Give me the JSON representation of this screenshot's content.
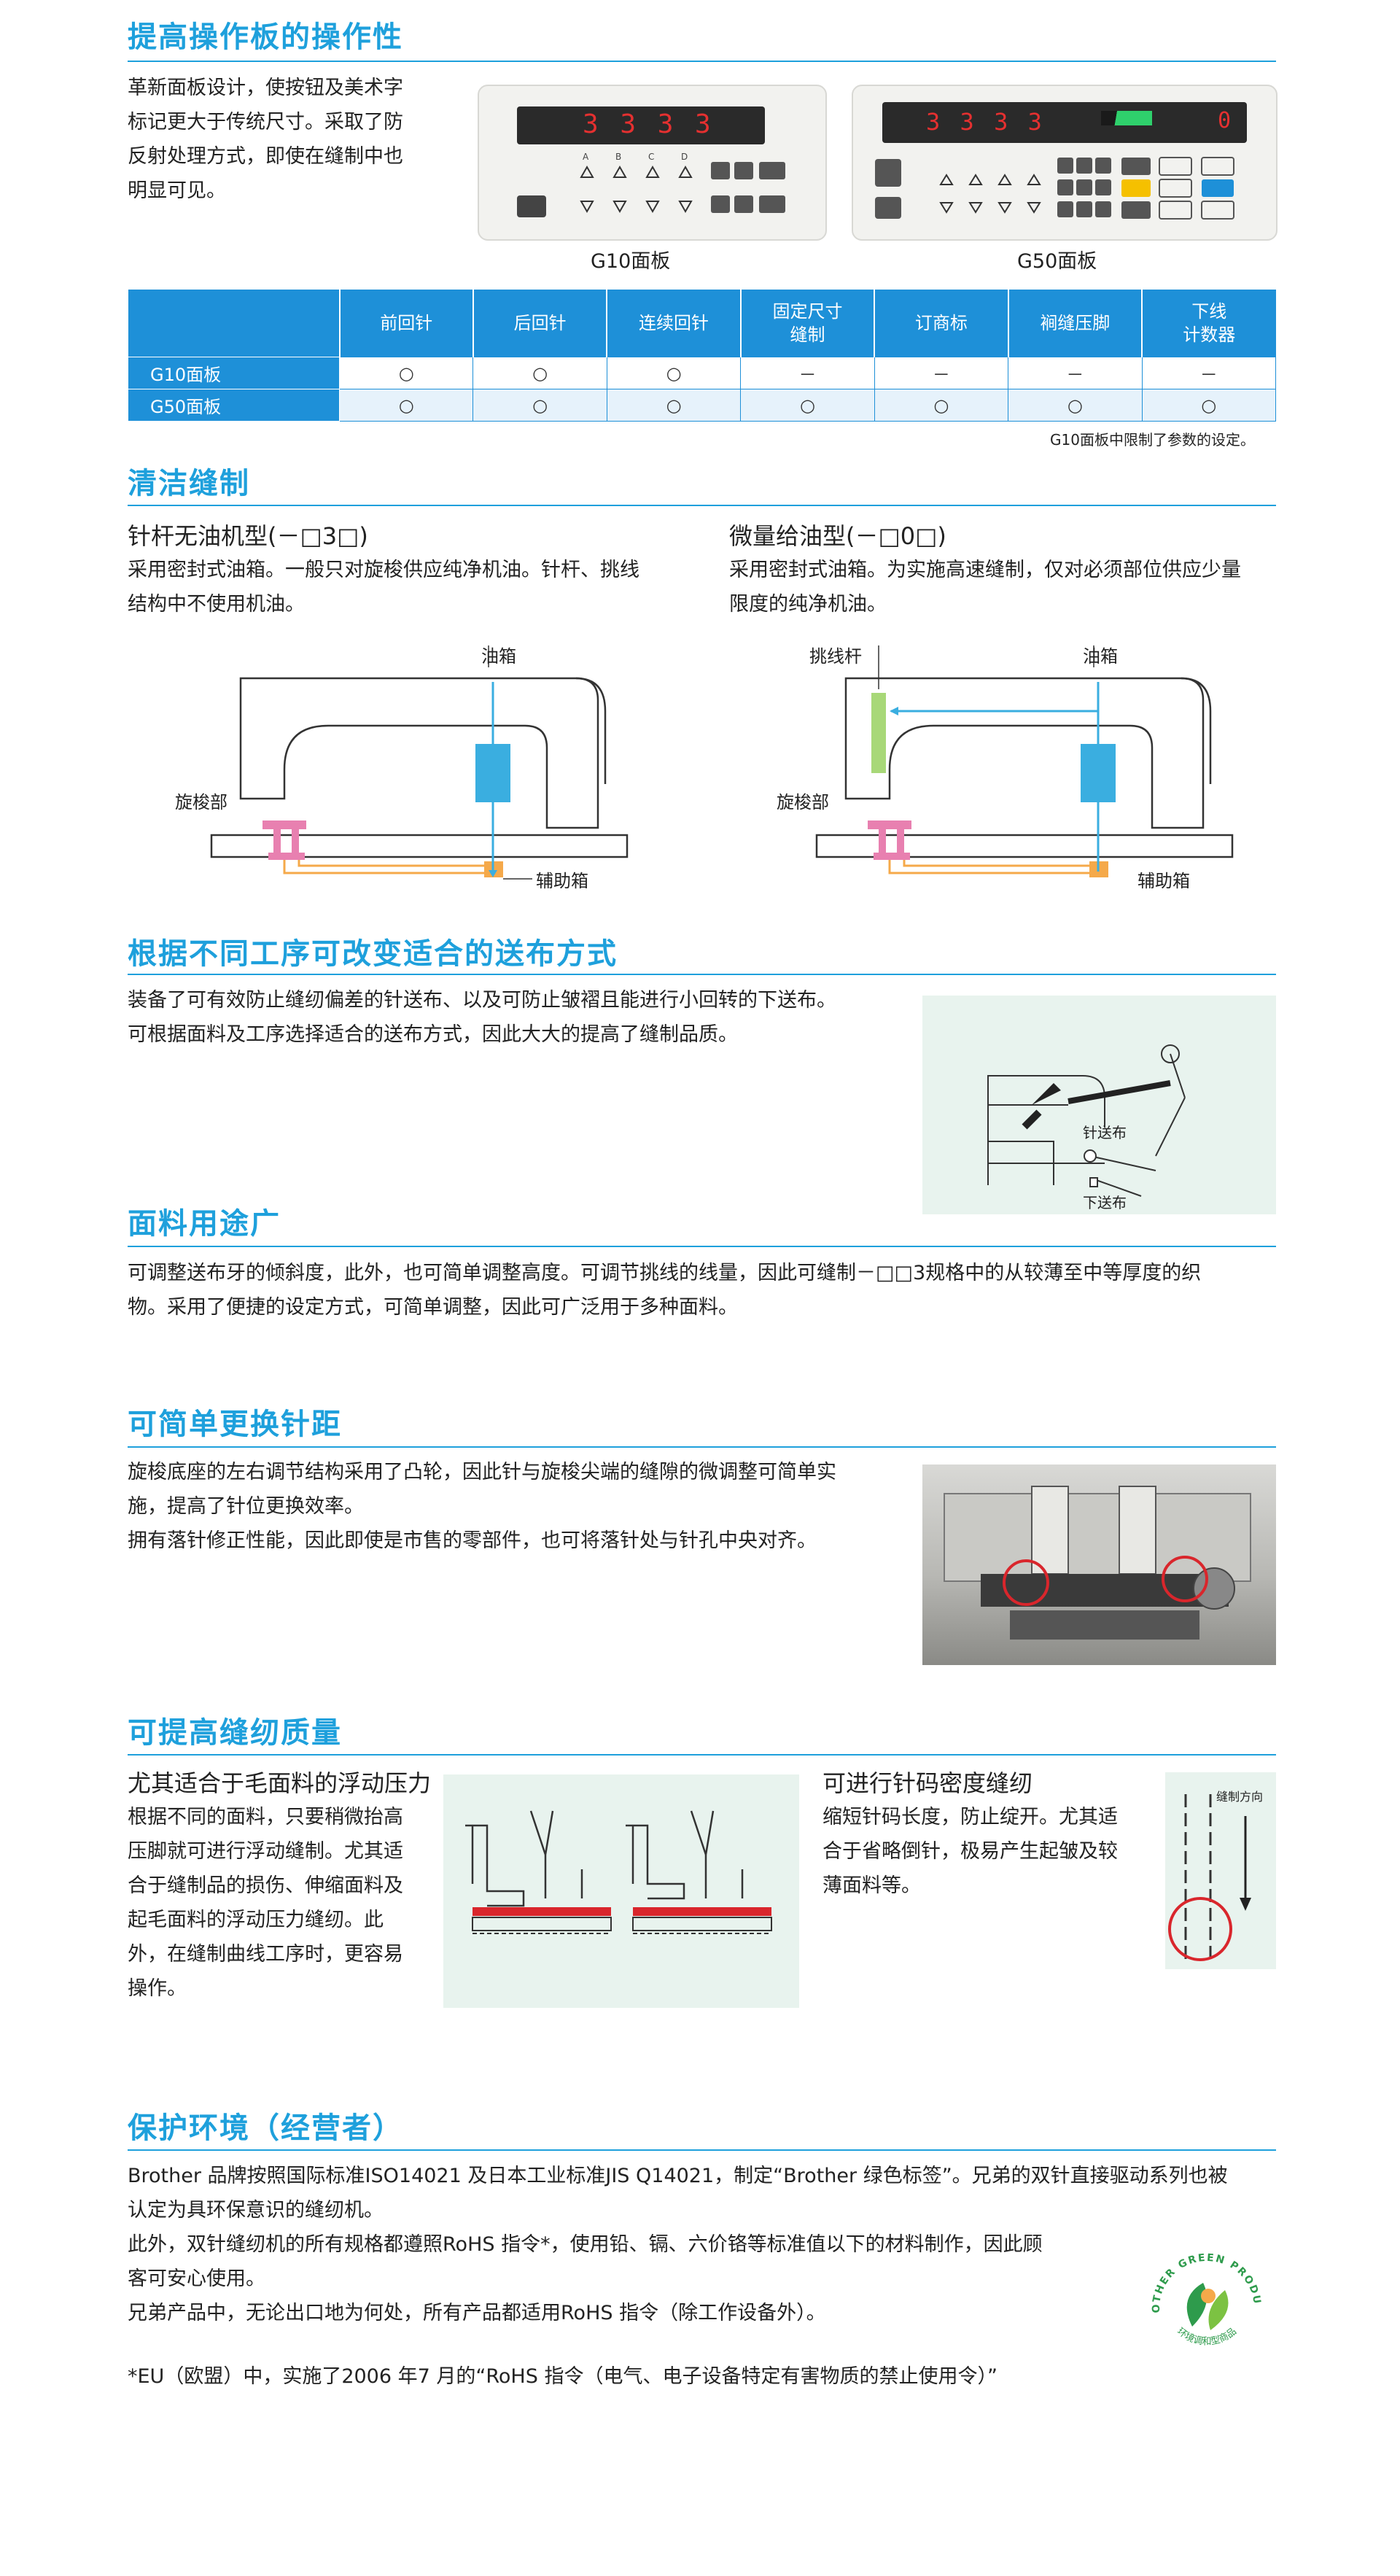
{
  "s1": {
    "title": "提高操作板的操作性",
    "text": "革新面板设计，使按钮及美术字\n标记更大于传统尺寸。采取了防\n反射处理方式，即使在缝制中也\n明显可见。",
    "g10_caption": "G10面板",
    "g50_caption": "G50面板",
    "g10_display": "3 3 3 3",
    "g50_display": "3 3 3 3",
    "g50_display_small": "0",
    "key_letters": [
      "A",
      "B",
      "C",
      "D"
    ],
    "table": {
      "headers": [
        "",
        "前回针",
        "后回针",
        "连续回针",
        "固定尺寸\n缝制",
        "订商标",
        "裥缝压脚",
        "下线\n计数器"
      ],
      "rows": [
        {
          "name": "G10面板",
          "cells": [
            "○",
            "○",
            "○",
            "－",
            "－",
            "－",
            "－"
          ]
        },
        {
          "name": "G50面板",
          "cells": [
            "○",
            "○",
            "○",
            "○",
            "○",
            "○",
            "○"
          ]
        }
      ]
    },
    "note": "G10面板中限制了参数的设定。"
  },
  "s2": {
    "title": "清洁缝制",
    "left_sub": "针杆无油机型(－□3□)",
    "left_text": "采用密封式油箱。一般只对旋梭供应纯净机油。针杆、挑线\n结构中不使用机油。",
    "right_sub": "微量给油型(－□0□)",
    "right_text": "采用密封式油箱。为实施高速缝制，仅对必须部位供应少量\n限度的纯净机油。",
    "label_oil_tank": "油箱",
    "label_hook": "旋梭部",
    "label_aux_tank": "辅助箱",
    "label_thread_lever": "挑线杆"
  },
  "s3": {
    "title": "根据不同工序可改变适合的送布方式",
    "text": "装备了可有效防止缝纫偏差的针送布、以及可防止皱褶且能进行小回转的下送布。\n可根据面料及工序选择适合的送布方式，因此大大的提高了缝制品质。",
    "label_needle_feed": "针送布",
    "label_bottom_feed": "下送布"
  },
  "s4": {
    "title": "面料用途广",
    "text": "可调整送布牙的倾斜度，此外，也可简单调整高度。可调节挑线的线量，因此可缝制－□□3规格中的从较薄至中等厚度的织\n物。采用了便捷的设定方式，可简单调整，因此可广泛用于多种面料。"
  },
  "s5": {
    "title": "可简单更换针距",
    "text": "旋梭底座的左右调节结构采用了凸轮，因此针与旋梭尖端的缝隙的微调整可简单实\n施，提高了针位更换效率。\n拥有落针修正性能，因此即使是市售的零部件，也可将落针处与针孔中央对齐。"
  },
  "s6": {
    "title": "可提高缝纫质量",
    "left_sub": "尤其适合于毛面料的浮动压力",
    "left_text": "根据不同的面料，只要稍微抬高\n压脚就可进行浮动缝制。尤其适\n合于缝制品的损伤、伸缩面料及\n起毛面料的浮动压力缝纫。此\n外，在缝制曲线工序时，更容易\n操作。",
    "right_sub": "可进行针码密度缝纫",
    "right_text": "缩短针码长度，防止绽开。尤其适\n合于省略倒针，极易产生起皱及较\n薄面料等。",
    "label_direction": "缝制方向"
  },
  "s7": {
    "title": "保护环境（经营者）",
    "text": "Brother 品牌按照国际标准ISO14021 及日本工业标准JIS Q14021，制定“Brother 绿色标签”。兄弟的双针直接驱动系列也被\n认定为具环保意识的缝纫机。\n此外，双针缝纫机的所有规格都遵照RoHS 指令*，使用铅、镉、六价铬等标准值以下的材料制作，因此顾\n客可安心使用。\n兄弟产品中，无论出口地为何处，所有产品都适用RoHS 指令（除工作设备外）。",
    "footnote": "*EU（欧盟）中，实施了2006 年7 月的“RoHS 指令（电气、电子设备特定有害物质的禁止使用令）”",
    "logo_text": "BROTHER GREEN PRODUCTS",
    "logo_sub": "环境调和型商品"
  },
  "colors": {
    "accent": "#1ea0dc",
    "table_header": "#1e90d8",
    "oil_blue": "#3aaee0",
    "oil_orange": "#f5a94a",
    "hook_pink": "#e880b0",
    "green_bg": "#e8f3ee",
    "red_circle": "#d9262c"
  }
}
